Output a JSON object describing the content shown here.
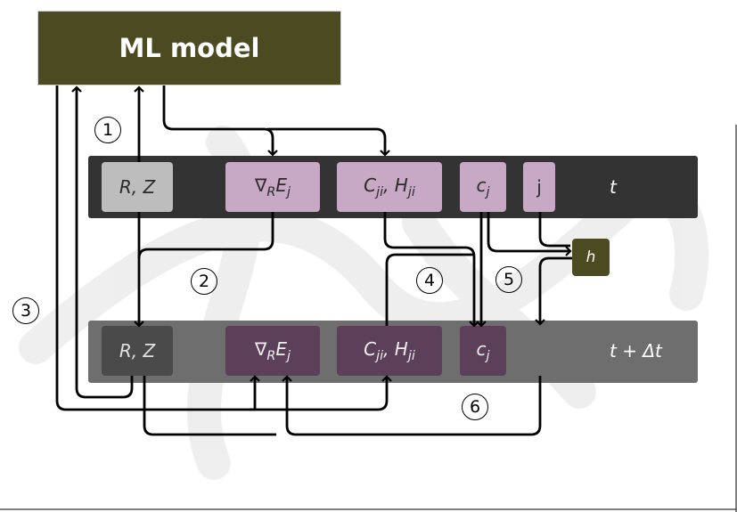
{
  "ml_model_label": "ML model",
  "row_t": {
    "time_label": "t",
    "boxes": {
      "rz": "R, Z",
      "grad": "∇",
      "grad_sub": "R",
      "grad_e": "E",
      "grad_e_sub": "j",
      "c_h": "C",
      "c_h_sub": "ji",
      "c_h_sep": ", H",
      "c_h_sub2": "ji",
      "cj": "c",
      "cj_sub": "j",
      "j": "j"
    }
  },
  "row_tdt": {
    "time_label": "t + Δt",
    "boxes": {
      "rz": "R, Z",
      "grad": "∇",
      "grad_sub": "R",
      "grad_e": "E",
      "grad_e_sub": "j",
      "c_h": "C",
      "c_h_sub": "ji",
      "c_h_sep": ", H",
      "c_h_sub2": "ji",
      "cj": "c",
      "cj_sub": "j"
    }
  },
  "h_label": "h",
  "step_numbers": [
    "1",
    "2",
    "3",
    "4",
    "5",
    "6"
  ],
  "colors": {
    "ml_box": "#4b4a21",
    "row_t": "#333333",
    "row_tdt": "#6e6e6e",
    "box_light": "#c7a8c5",
    "box_dark": "#5c3f59"
  }
}
